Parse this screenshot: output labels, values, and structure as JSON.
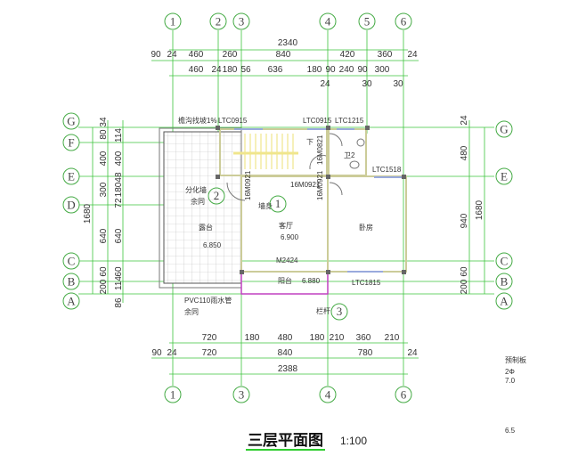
{
  "title": "三层平面图",
  "scale": "1:100",
  "axes": {
    "top": [
      "1",
      "2",
      "3",
      "4",
      "5",
      "6"
    ],
    "bottom": [
      "1",
      "3",
      "4",
      "6"
    ],
    "left": [
      "G",
      "F",
      "E",
      "D",
      "C",
      "B",
      "A"
    ],
    "right": [
      "G",
      "E",
      "C",
      "B",
      "A"
    ]
  },
  "dims": {
    "top1": [
      "2340"
    ],
    "top2": [
      "90",
      "24",
      "460",
      "260",
      "840",
      "420",
      "360",
      "24"
    ],
    "top3": [
      "460",
      "24",
      "180",
      "56",
      "636",
      "180",
      "90",
      "240",
      "90",
      "300"
    ],
    "top4": [
      "24",
      "30",
      "30"
    ],
    "bot1": [
      "720",
      "180",
      "480",
      "180",
      "210",
      "360",
      "210"
    ],
    "bot2": [
      "90",
      "24",
      "720",
      "840",
      "780",
      "24"
    ],
    "bot3": [
      "2388"
    ],
    "left1": [
      "1680"
    ],
    "left2": [
      "34",
      "80",
      "400",
      "300",
      "640",
      "60",
      "200"
    ],
    "left3": [
      "114",
      "400",
      "48",
      "180",
      "72",
      "640",
      "60",
      "114",
      "86"
    ],
    "right1": [
      "24",
      "480",
      "940",
      "60",
      "200"
    ],
    "right2": [
      "1680"
    ]
  },
  "labels": {
    "gutter": "檐沟找坡1%",
    "w1": "LTC0915",
    "w2": "LTC0915",
    "w3": "LTC1215",
    "w4": "LTC1518",
    "w5": "LTC1815",
    "d1": "16M0821",
    "d2": "16M0921",
    "d3": "16M0921",
    "d4": "16M0921",
    "door_main": "M2424",
    "down": "下",
    "bath": "卫2",
    "living": "客厅",
    "living_elev": "6.900",
    "terrace": "露台",
    "terrace_elev": "6.850",
    "bedroom": "卧房",
    "balcony": "阳台",
    "balcony_elev": "6.880",
    "wall_note": "分化墙",
    "same1": "余同",
    "wall_body": "墙身",
    "pipe": "PVC110雨水管",
    "same2": "余同",
    "railing": "栏杆",
    "detail1": "1",
    "detail2": "2",
    "detail3": "3",
    "side_note1": "预制板",
    "side_note2": "2Φ",
    "side_note3": "7.0",
    "side_note4": "6.5"
  },
  "colors": {
    "axis_lines": "#3ec43e",
    "walls": "#777777",
    "stair": "#f0e68c",
    "balcony_rail": "#c040c0"
  }
}
